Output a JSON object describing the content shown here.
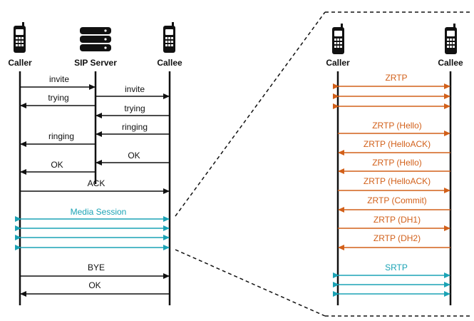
{
  "participants": {
    "caller": "Caller",
    "sip_server": "SIP Server",
    "callee": "Callee",
    "zoom_caller": "Caller",
    "zoom_callee": "Callee"
  },
  "sip_messages": {
    "invite_1": "invite",
    "invite_2": "invite",
    "trying_1": "trying",
    "trying_2": "trying",
    "ringing_1": "ringing",
    "ringing_2": "ringing",
    "ok_1": "OK",
    "ok_2": "OK",
    "ack": "ACK",
    "media_session": "Media Session",
    "bye": "BYE",
    "ok_3": "OK"
  },
  "zrtp_messages": {
    "zrtp": "ZRTP",
    "hello_1": "ZRTP (Hello)",
    "hello_ack_1": "ZRTP (HelloACK)",
    "hello_2": "ZRTP (Hello)",
    "hello_ack_2": "ZRTP (HelloACK)",
    "commit": "ZRTP (Commit)",
    "dh1": "ZRTP (DH1)",
    "dh2": "ZRTP (DH2)",
    "srtp": "SRTP"
  },
  "colors": {
    "line": "#111111",
    "zrtp": "#d2601a",
    "media": "#1ba3b5"
  },
  "icons": [
    "phone-icon",
    "server-icon"
  ]
}
